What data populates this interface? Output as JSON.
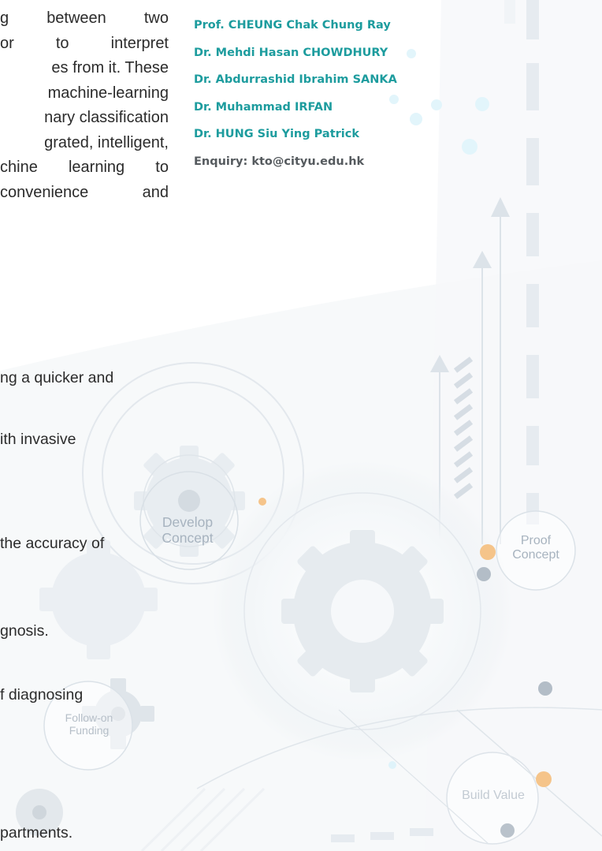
{
  "paragraph": {
    "lines": [
      "g between two",
      "or to interpret",
      "es from it. These",
      "machine-learning",
      "nary classification",
      "grated, intelligent,",
      "chine learning to",
      "convenience and"
    ]
  },
  "advantages": {
    "lines": [
      "ng a quicker and",
      "ith invasive",
      "the accuracy of",
      "gnosis.",
      "f diagnosing",
      "partments."
    ]
  },
  "inventors": {
    "names": [
      "Prof. CHEUNG Chak Chung Ray",
      "Dr. Mehdi Hasan CHOWDHURY",
      "Dr. Abdurrashid Ibrahim SANKA",
      "Dr. Muhammad IRFAN",
      "Dr. HUNG Siu Ying Patrick"
    ],
    "enquiry": "Enquiry: kto@cityu.edu.hk"
  },
  "stages": {
    "develop": {
      "line1": "Develop",
      "line2": "Concept"
    },
    "proof": {
      "line1": "Proof",
      "line2": "Concept"
    },
    "follow": {
      "line1": "Follow-on",
      "line2": "Funding"
    },
    "build": {
      "label": "Build Value"
    }
  },
  "colors": {
    "inventor_name": "#1d9c9e",
    "enquiry": "#555a5e",
    "body_text": "#2b2b2b",
    "accent_orange": "#f5c48a",
    "accent_gray": "#b3bdc7",
    "accent_cyan": "#e2f5fb"
  }
}
